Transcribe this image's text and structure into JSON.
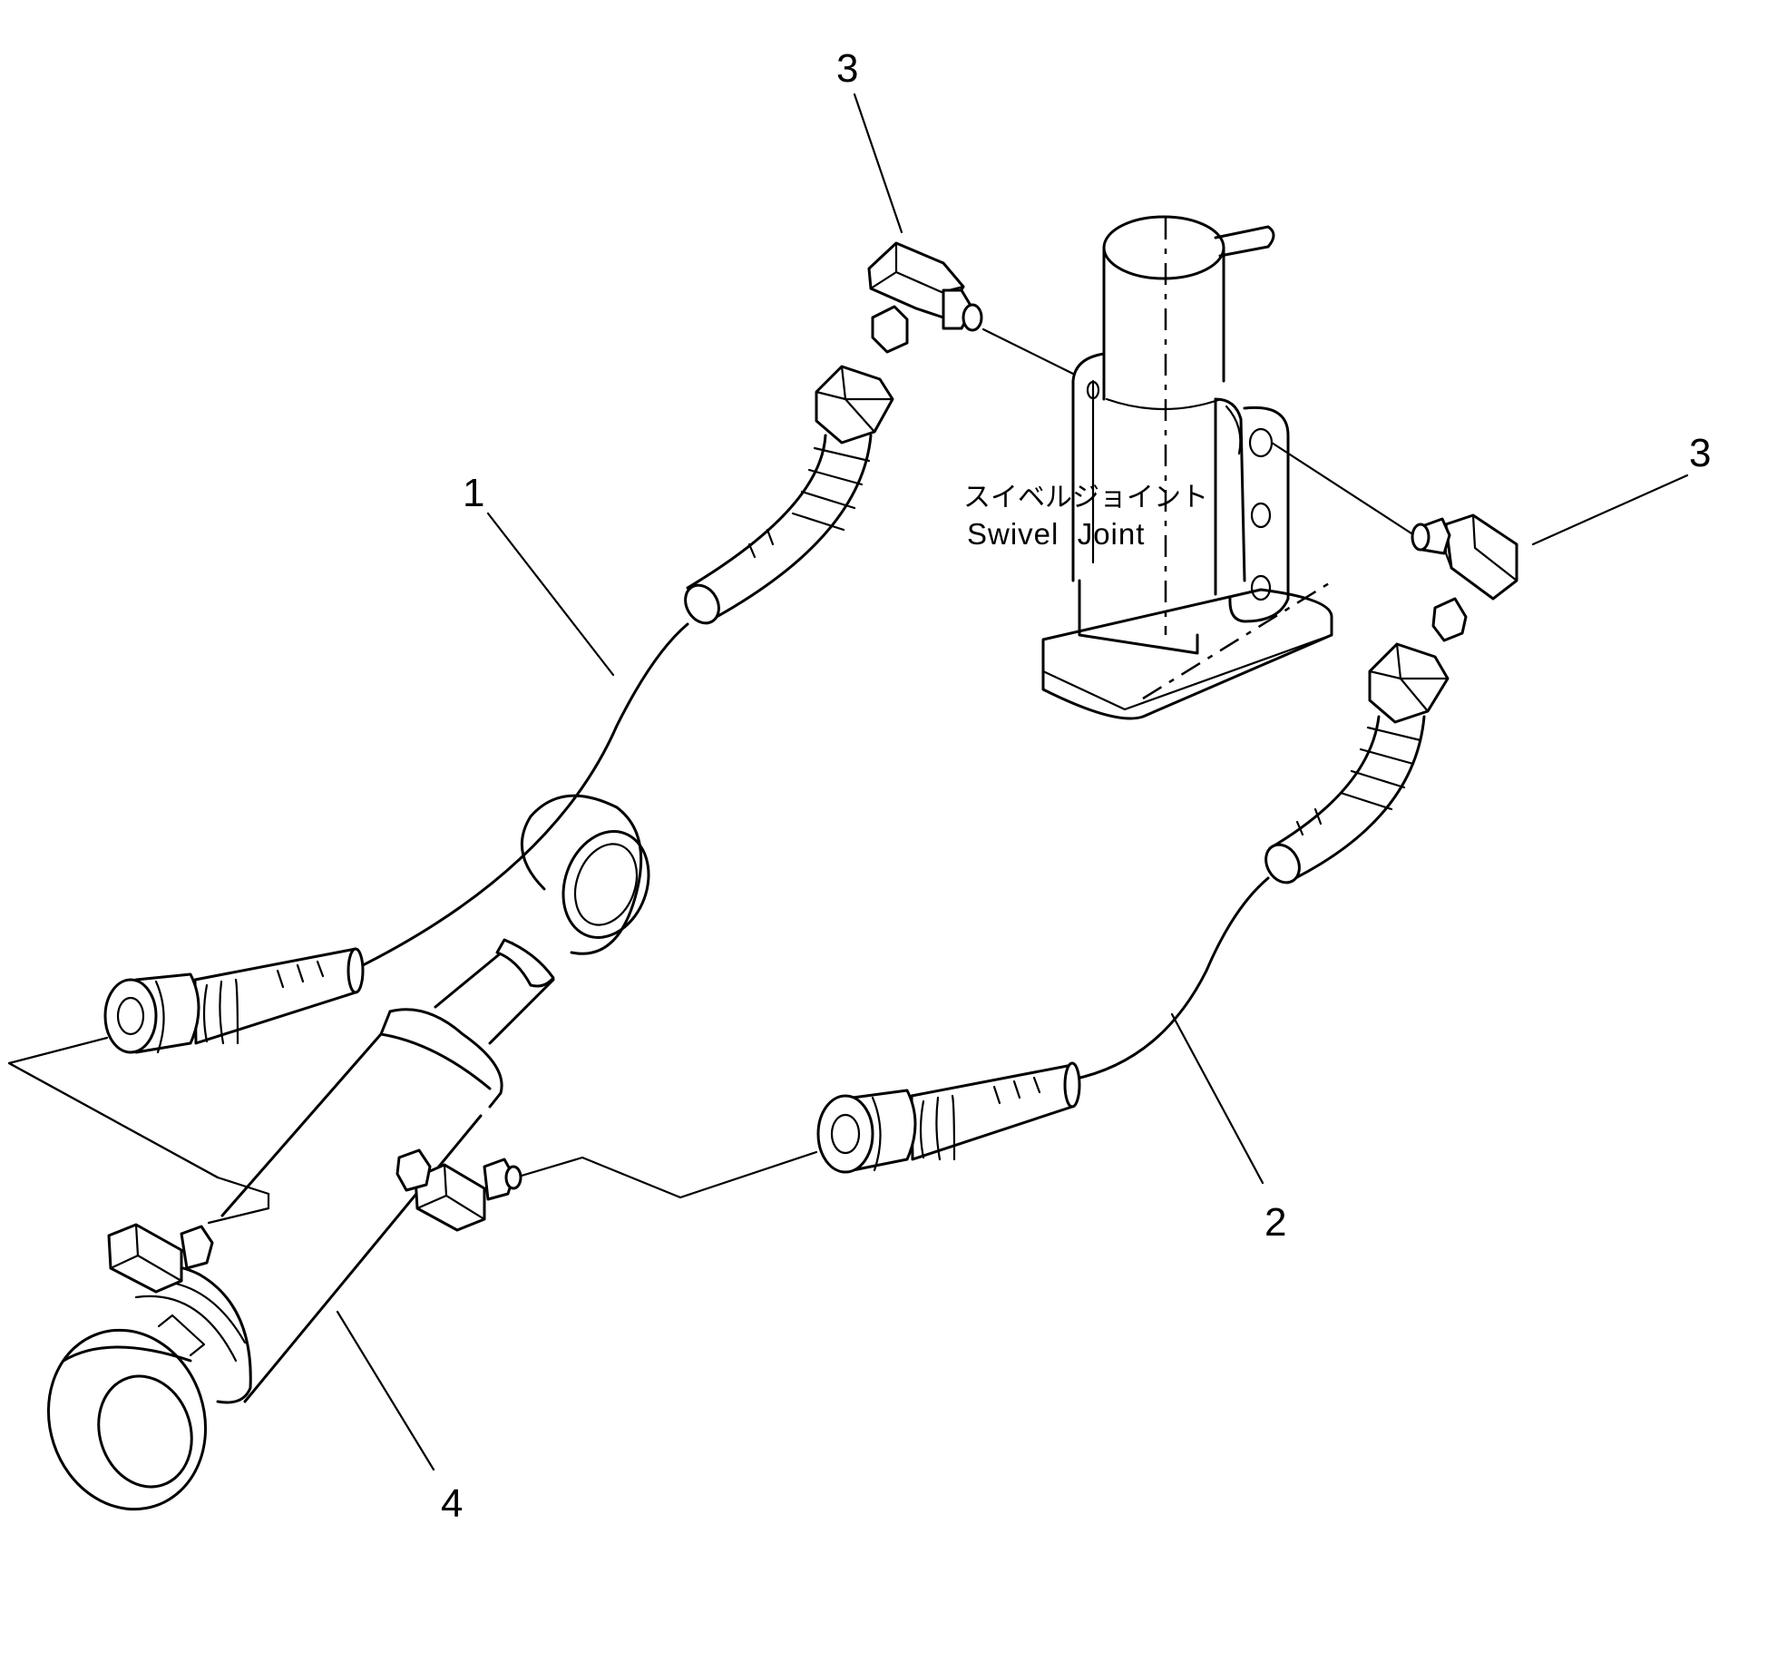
{
  "callouts": {
    "hose_1": "1",
    "hose_2": "2",
    "elbow_top": "3",
    "elbow_right": "3",
    "cylinder": "4"
  },
  "swivel_joint": {
    "label_jp": "スイベルジョイント",
    "label_en": "Swivel  Joint"
  }
}
